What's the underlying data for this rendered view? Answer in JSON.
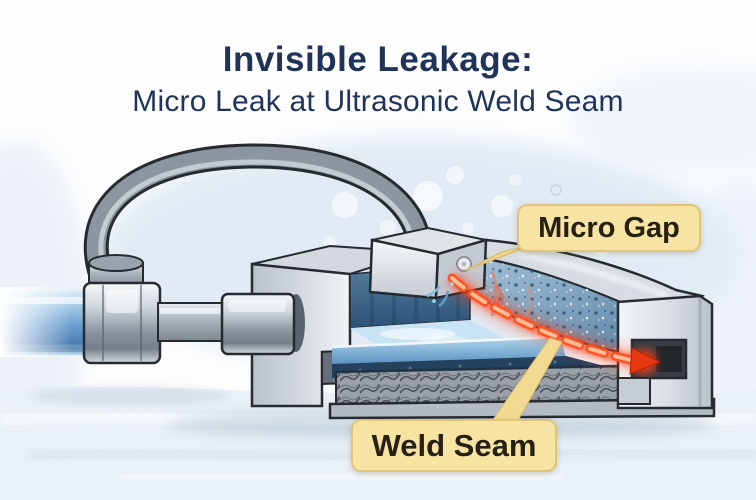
{
  "title": {
    "line1": "Invisible Leakage:",
    "line2": "Micro Leak at Ultrasonic Weld Seam"
  },
  "callouts": {
    "micro_gap": "Micro Gap",
    "weld_seam": "Weld Seam"
  },
  "figure": {
    "type": "technical-illustration",
    "subject": "Cutaway of an ultrasonically welded housing showing a micro leak along the weld seam",
    "parts": [
      "blue-inlet-pipe",
      "metal-coupling",
      "curved-hose",
      "inlet-connector",
      "housing-left-block",
      "water-basin",
      "weld-head",
      "cutaway-wall",
      "hatched-base",
      "housing-right-block",
      "leak-recess",
      "weld-seam-path",
      "micro-gap-droplets"
    ]
  },
  "colors": {
    "title-navy": "#20345a",
    "label-bg": "#f7e3a2",
    "label-border": "#e0c47c",
    "label-text": "#262015",
    "seam-red": "#ff5222",
    "seam-glow": "#ff2d00",
    "seam-core": "#ffc9a4",
    "pipe-blue": "#6b9fd0",
    "water-blue": "#9ccae8",
    "basin-navy": "#24415e",
    "metal-light": "#eef1f4",
    "metal-mid": "#b9c1ca",
    "metal-dark": "#8a939e",
    "outline-ink": "#262b31",
    "bg-blue": "#d9e6f2",
    "ground": "#e9f0f6",
    "hatch-gray": "#99a0a7",
    "recess-dark": "#383e45"
  }
}
